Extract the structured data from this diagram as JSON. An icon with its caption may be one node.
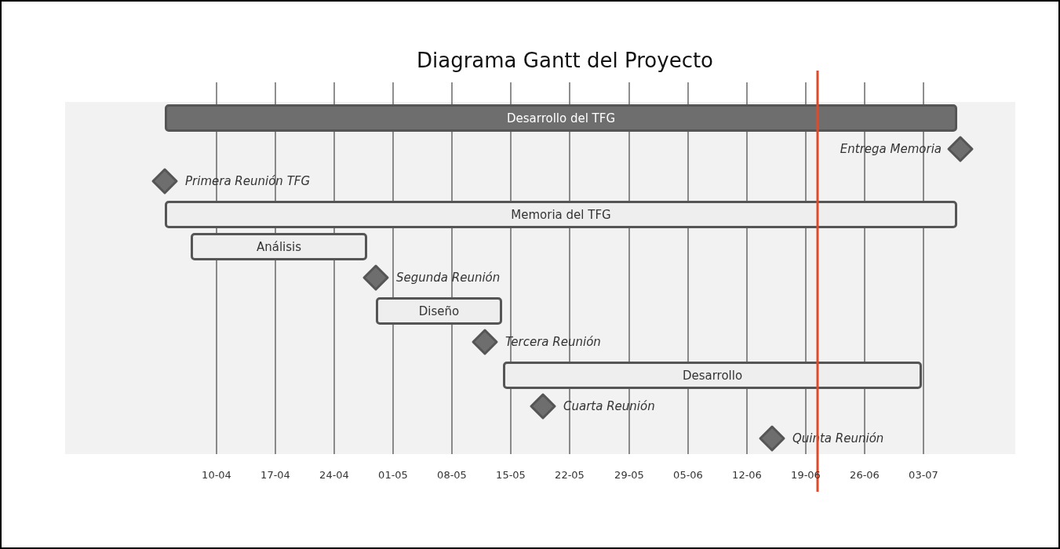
{
  "diagram": {
    "title": "Diagrama Gantt del Proyecto",
    "nodes": [
      {
        "text": [
          "Desarrollo del TFG"
        ]
      },
      {
        "text": [],
        "shape": "diamond",
        "beside": [
          "Entrega Memoria"
        ]
      },
      {
        "text": [],
        "shape": "diamond",
        "beside": [
          "Primera Reunión TFG"
        ]
      },
      {
        "text": [
          "Memoria del TFG"
        ]
      },
      {
        "text": [
          "Análisis"
        ]
      },
      {
        "text": [],
        "shape": "diamond",
        "beside": [
          "Segunda Reunión"
        ]
      },
      {
        "text": [
          "Diseño"
        ]
      },
      {
        "text": [],
        "shape": "diamond",
        "beside": [
          "Tercera Reunión"
        ]
      },
      {
        "text": [
          "Desarrollo"
        ]
      },
      {
        "text": [],
        "shape": "diamond",
        "beside": [
          "Cuarta Reunión"
        ]
      },
      {
        "text": [],
        "shape": "diamond",
        "beside": [
          "Quinta Reunión"
        ]
      }
    ],
    "edges": [],
    "labels": [
      "10-04",
      "17-04",
      "24-04",
      "01-05",
      "08-05",
      "15-05",
      "22-05",
      "29-05",
      "05-06",
      "12-06",
      "19-06",
      "26-06",
      "03-07"
    ]
  }
}
